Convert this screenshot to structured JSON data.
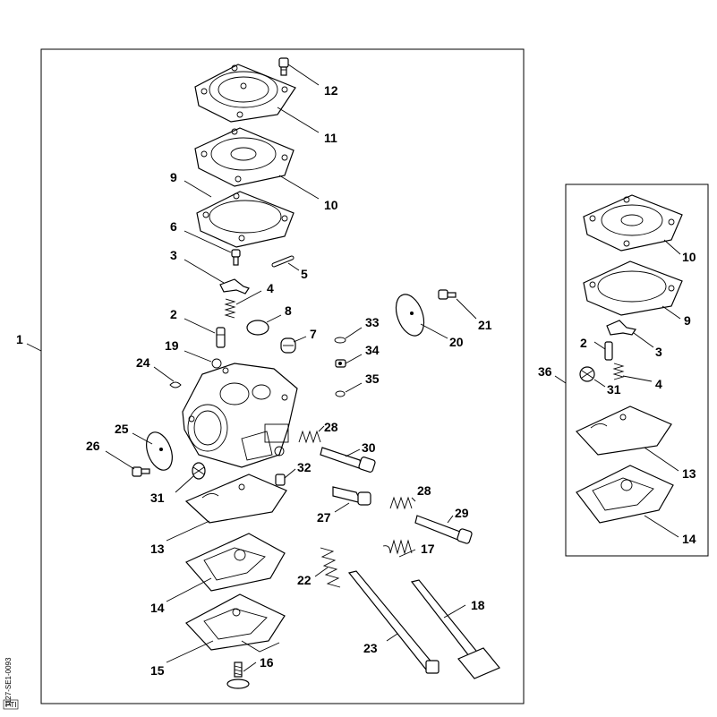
{
  "diagram": {
    "side_code": "1127-SE1-0093",
    "corner_tag": "PTI",
    "main_group": "1",
    "kit_group": "36",
    "main_labels": [
      "12",
      "11",
      "10",
      "9",
      "6",
      "3",
      "5",
      "4",
      "2",
      "8",
      "7",
      "19",
      "24",
      "33",
      "34",
      "35",
      "21",
      "20",
      "25",
      "26",
      "28",
      "30",
      "31",
      "32",
      "27",
      "13",
      "29",
      "22",
      "17",
      "18",
      "14",
      "23",
      "15",
      "16"
    ],
    "kit_labels": [
      "10",
      "9",
      "2",
      "3",
      "31",
      "4",
      "13",
      "14"
    ]
  }
}
